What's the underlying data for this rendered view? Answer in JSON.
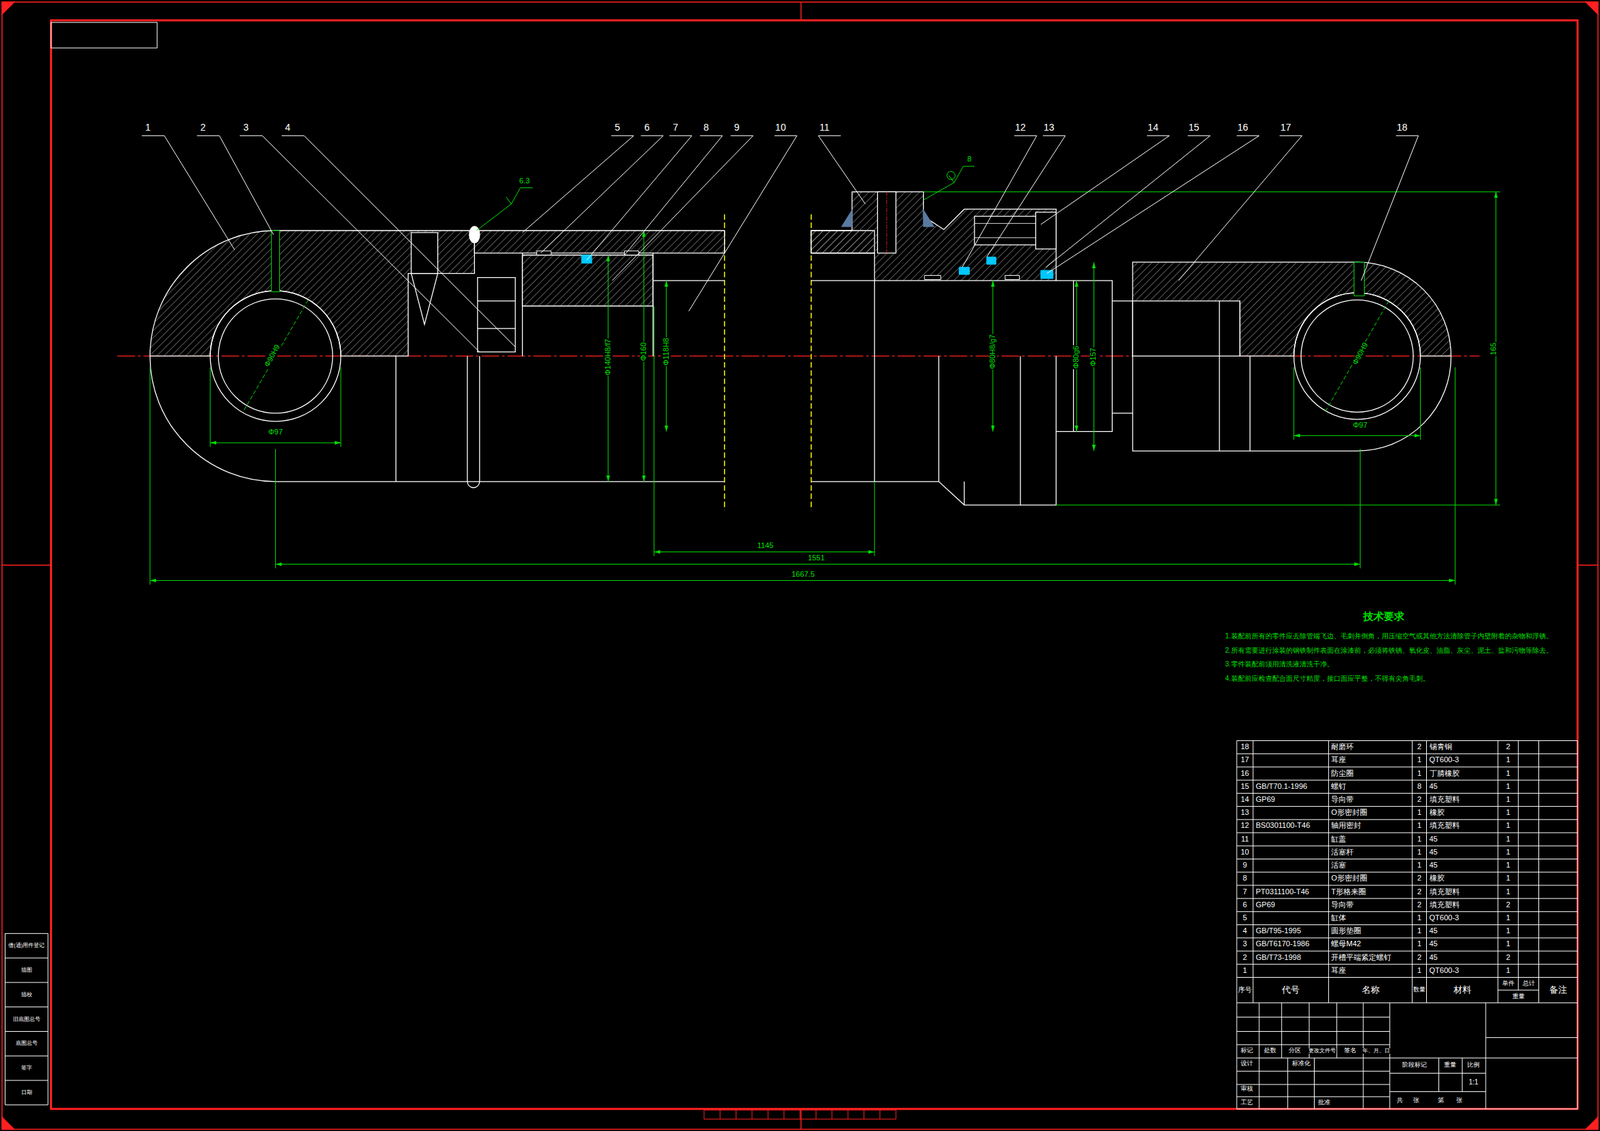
{
  "diagram": {
    "labels": [
      "1",
      "2",
      "3",
      "4",
      "5",
      "6",
      "7",
      "8",
      "9",
      "10",
      "11",
      "12",
      "13",
      "14",
      "15",
      "16",
      "17",
      "18",
      "Φ90H9",
      "Φ97",
      "Φ140H8/f7",
      "Φ160",
      "Φ118H8",
      "Φ80H8/g7",
      "Φ80g6",
      "Φ157",
      "Φ90H9",
      "Φ97",
      "165",
      "1145",
      "1551",
      "1667.5",
      "6.3",
      "8",
      "技术要求",
      "1.装配前所有的零件应去除管端飞边、毛刺并倒角，用压缩空气或其他方法清除管子内壁附着的杂物和浮锈。",
      "2.所有需要进行涂装的钢铁制件表面在涂漆前，必须将铁锈、氧化皮、油脂、灰尘、泥土、盐和污物等除去。",
      "3.零件装配前须用清洗液清洗干净。",
      "4.装配前应检查配合面尺寸精度，接口面应平整，不得有尖角毛刺。",
      "18",
      "耐磨环",
      "2",
      "锡青铜",
      "2",
      "17",
      "耳座",
      "1",
      "QT600-3",
      "1",
      "16",
      "防尘圈",
      "1",
      "丁腈橡胶",
      "1",
      "15",
      "GB/T70.1-1996",
      "螺钉",
      "8",
      "45",
      "1",
      "14",
      "GP69",
      "导向带",
      "2",
      "填充塑料",
      "1",
      "13",
      "O形密封圈",
      "1",
      "橡胶",
      "1",
      "12",
      "BS0301100-T46",
      "轴用密封",
      "1",
      "填充塑料",
      "1",
      "11",
      "缸盖",
      "1",
      "45",
      "1",
      "10",
      "活塞杆",
      "1",
      "45",
      "1",
      "9",
      "活塞",
      "1",
      "45",
      "1",
      "8",
      "O形密封圈",
      "2",
      "橡胶",
      "1",
      "7",
      "PT0311100-T46",
      "T形格来圈",
      "2",
      "填充塑料",
      "1",
      "6",
      "GP69",
      "导向带",
      "2",
      "填充塑料",
      "2",
      "5",
      "缸体",
      "1",
      "QT600-3",
      "1",
      "4",
      "GB/T95-1995",
      "圆形垫圈",
      "1",
      "45",
      "1",
      "3",
      "GB/T6170-1986",
      "螺母M42",
      "1",
      "45",
      "1",
      "2",
      "GB/T73-1998",
      "开槽平端紧定螺钉",
      "2",
      "45",
      "2",
      "1",
      "耳座",
      "1",
      "QT600-3",
      "1",
      "序号",
      "代号",
      "名称",
      "数量",
      "材料",
      "单件",
      "总计",
      "重量",
      "备注",
      "标记",
      "处数",
      "分区",
      "更改文件号",
      "签名",
      "年、月、日",
      "设计",
      "标准化",
      "审核",
      "工艺",
      "批准",
      "阶段标记",
      "重量",
      "比例",
      "1:1",
      "共",
      "张",
      "第",
      "张",
      "借(通)用件登记",
      "描图",
      "描校",
      "旧底图总号",
      "底图总号",
      "签字",
      "日期"
    ]
  }
}
